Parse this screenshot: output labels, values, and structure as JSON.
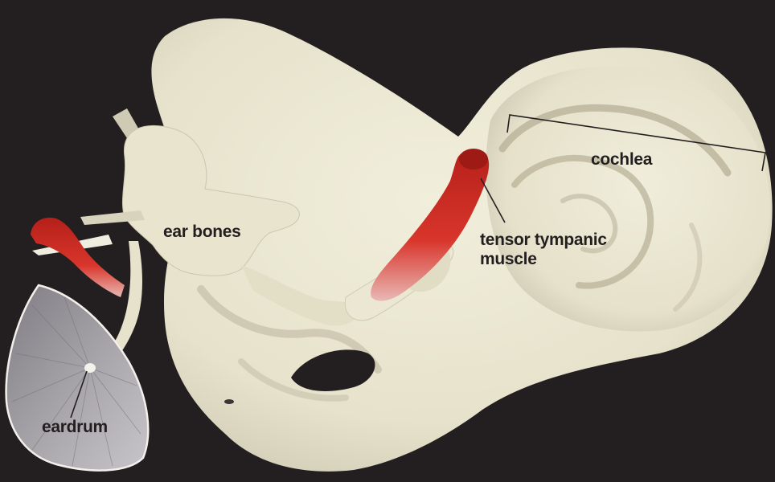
{
  "labels": {
    "ear_bones": "ear bones",
    "tensor_line1": "tensor tympanic",
    "tensor_line2": "muscle",
    "cochlea": "cochlea",
    "eardrum": "eardrum"
  },
  "colors": {
    "background": "#231f20",
    "bone": "#ebe7d2",
    "bone_shadow": "#c9c4ad",
    "muscle": "#c8261d",
    "eardrum": "#9d9aa0",
    "label_text": "#231f20",
    "leader_line": "#231f20"
  }
}
